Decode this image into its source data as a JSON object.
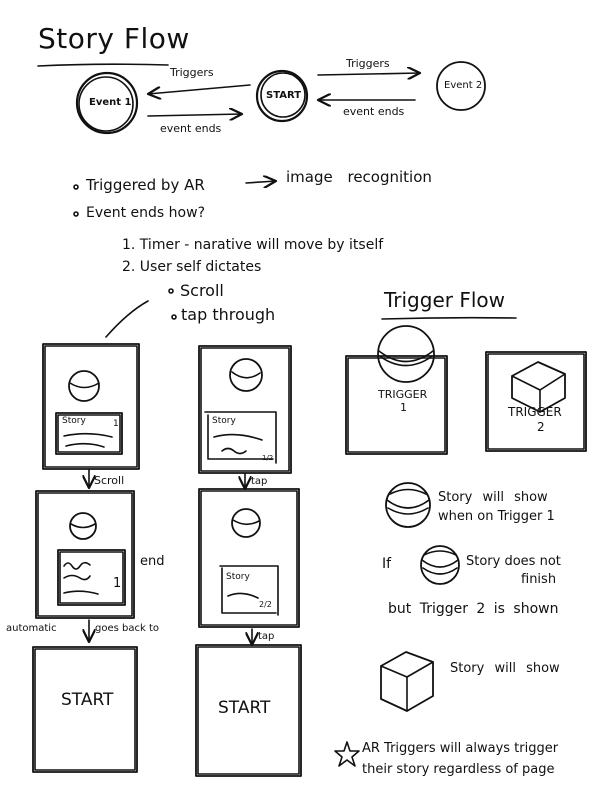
{
  "title": "Story Flow",
  "top_flow": {
    "event1": "Event 1",
    "start": "START",
    "event2": "Event 2",
    "triggers_left": "Triggers",
    "event_ends_left": "event ends",
    "triggers_right": "Triggers",
    "event_ends_right": "event ends"
  },
  "notes": {
    "bullet1": "Triggered by AR",
    "bullet1_target": "image recognition",
    "bullet2": "Event ends how?",
    "option1": "1. Timer - narative will move by itself",
    "option2": "2. User self dictates",
    "sub_scroll": "Scroll",
    "sub_tap": "tap through"
  },
  "scroll_column": {
    "card_label": "Story",
    "card_counter": "1",
    "arrow1_label": "Scroll",
    "end_label": "end",
    "arrow2_left_label": "automatic",
    "arrow2_right_label": "goes back to",
    "start_label": "START"
  },
  "tap_column": {
    "card_label": "Story",
    "counter1": "1/2",
    "arrow1_label": "tap",
    "counter2": "2/2",
    "arrow2_label": "tap",
    "start_label": "START"
  },
  "trigger_flow": {
    "title": "Trigger Flow",
    "trigger1_line1": "TRIGGER",
    "trigger1_line2": "1",
    "trigger2_line1": "TRIGGER",
    "trigger2_line2": "2",
    "rule1_line1": "Story will show",
    "rule1_line2": "when on Trigger 1",
    "rule2_if": "If",
    "rule2_line1": "Story does not",
    "rule2_line2": "finish",
    "rule2_but": "but Trigger 2 is shown",
    "rule3": "Story will show",
    "footnote_line1": "AR Triggers will always trigger",
    "footnote_line2": "their story regardless of page"
  },
  "icons": {
    "sphere": "sphere-icon",
    "cube": "cube-icon",
    "star": "star-icon"
  }
}
